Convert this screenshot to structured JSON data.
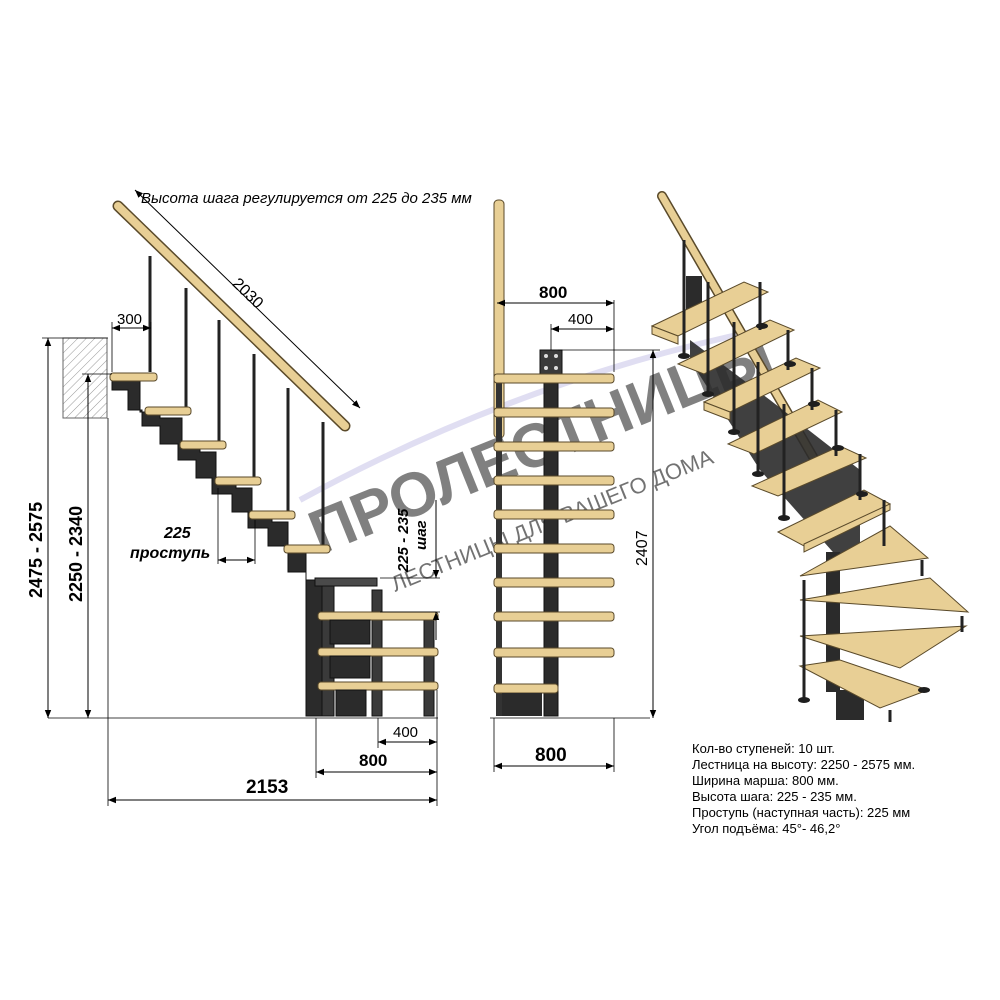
{
  "header": {
    "step_note": "Высота шага регулируется от 225 до 235 мм"
  },
  "side_view": {
    "handrail_length": "2030",
    "top_offset": "300",
    "tread_label_value": "225",
    "tread_label_word": "проступь",
    "step_label_value": "225 - 235",
    "step_label_word": "шаг",
    "height_outer": "2475 - 2575",
    "height_inner": "2250 - 2340",
    "lower_offset": "400",
    "lower_width": "800",
    "total_length": "2153"
  },
  "front_view": {
    "width_top": "800",
    "offset_top": "400",
    "height": "2407",
    "width_bottom": "800"
  },
  "watermark": {
    "brand": "ПРОЛЕСТНИЦЫ",
    "slogan": "ЛЕСТНИЦЫ ДЛЯ ВАШЕГО ДОМА"
  },
  "specs": [
    "Кол-во ступеней: 10 шт.",
    "Лестница на высоту: 2250 - 2575 мм.",
    "Ширина марша: 800 мм.",
    "Высота шага: 225 - 235 мм.",
    "Проступь (наступная часть): 225 мм",
    "Угол подъёма: 45°- 46,2°"
  ],
  "colors": {
    "wood": "#e8cf95",
    "metal": "#2b2b2b",
    "watermark": "#c8c4e8",
    "watermark_orange": "#f5c89a"
  }
}
